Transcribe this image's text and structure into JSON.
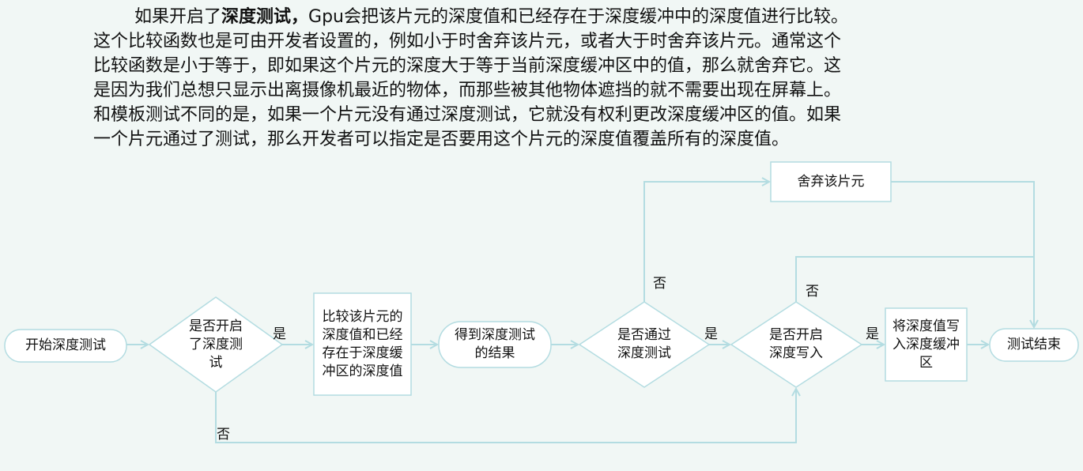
{
  "paragraph": {
    "line1_pre": "如果开启了",
    "line1_bold": "深度测试，",
    "line1_post": "Gpu会把该片元的深度值和已经存在于深度缓冲中的深度值进行比较。",
    "lines": [
      "这个比较函数也是可由开发者设置的，例如小于时舍弃该片元，或者大于时舍弃该片元。通常这个",
      "比较函数是小于等于，即如果这个片元的深度大于等于当前深度缓冲区中的值，那么就舍弃它。这",
      "是因为我们总想只显示出离摄像机最近的物体，而那些被其他物体遮挡的就不需要出现在屏幕上。",
      "和模板测试不同的是，如果一个片元没有通过深度测试，它就没有权利更改深度缓冲区的值。如果",
      "一个片元通过了测试，那么开发者可以指定是否要用这个片元的深度值覆盖所有的深度值。"
    ]
  },
  "flow": {
    "start": "开始深度测试",
    "decision_enabled": "是否开启了深度测试",
    "compare": "比较该片元的深度值和已经存在于深度缓冲区的深度值",
    "result": "得到深度测试的结果",
    "decision_pass": "是否通过深度测试",
    "discard": "舍弃该片元",
    "decision_write": "是否开启深度写入",
    "write": "将深度值写入深度缓冲区",
    "end": "测试结束",
    "yes": "是",
    "no": "否"
  },
  "colors": {
    "line": "#b3dce1",
    "background": "#f1f7f5"
  }
}
